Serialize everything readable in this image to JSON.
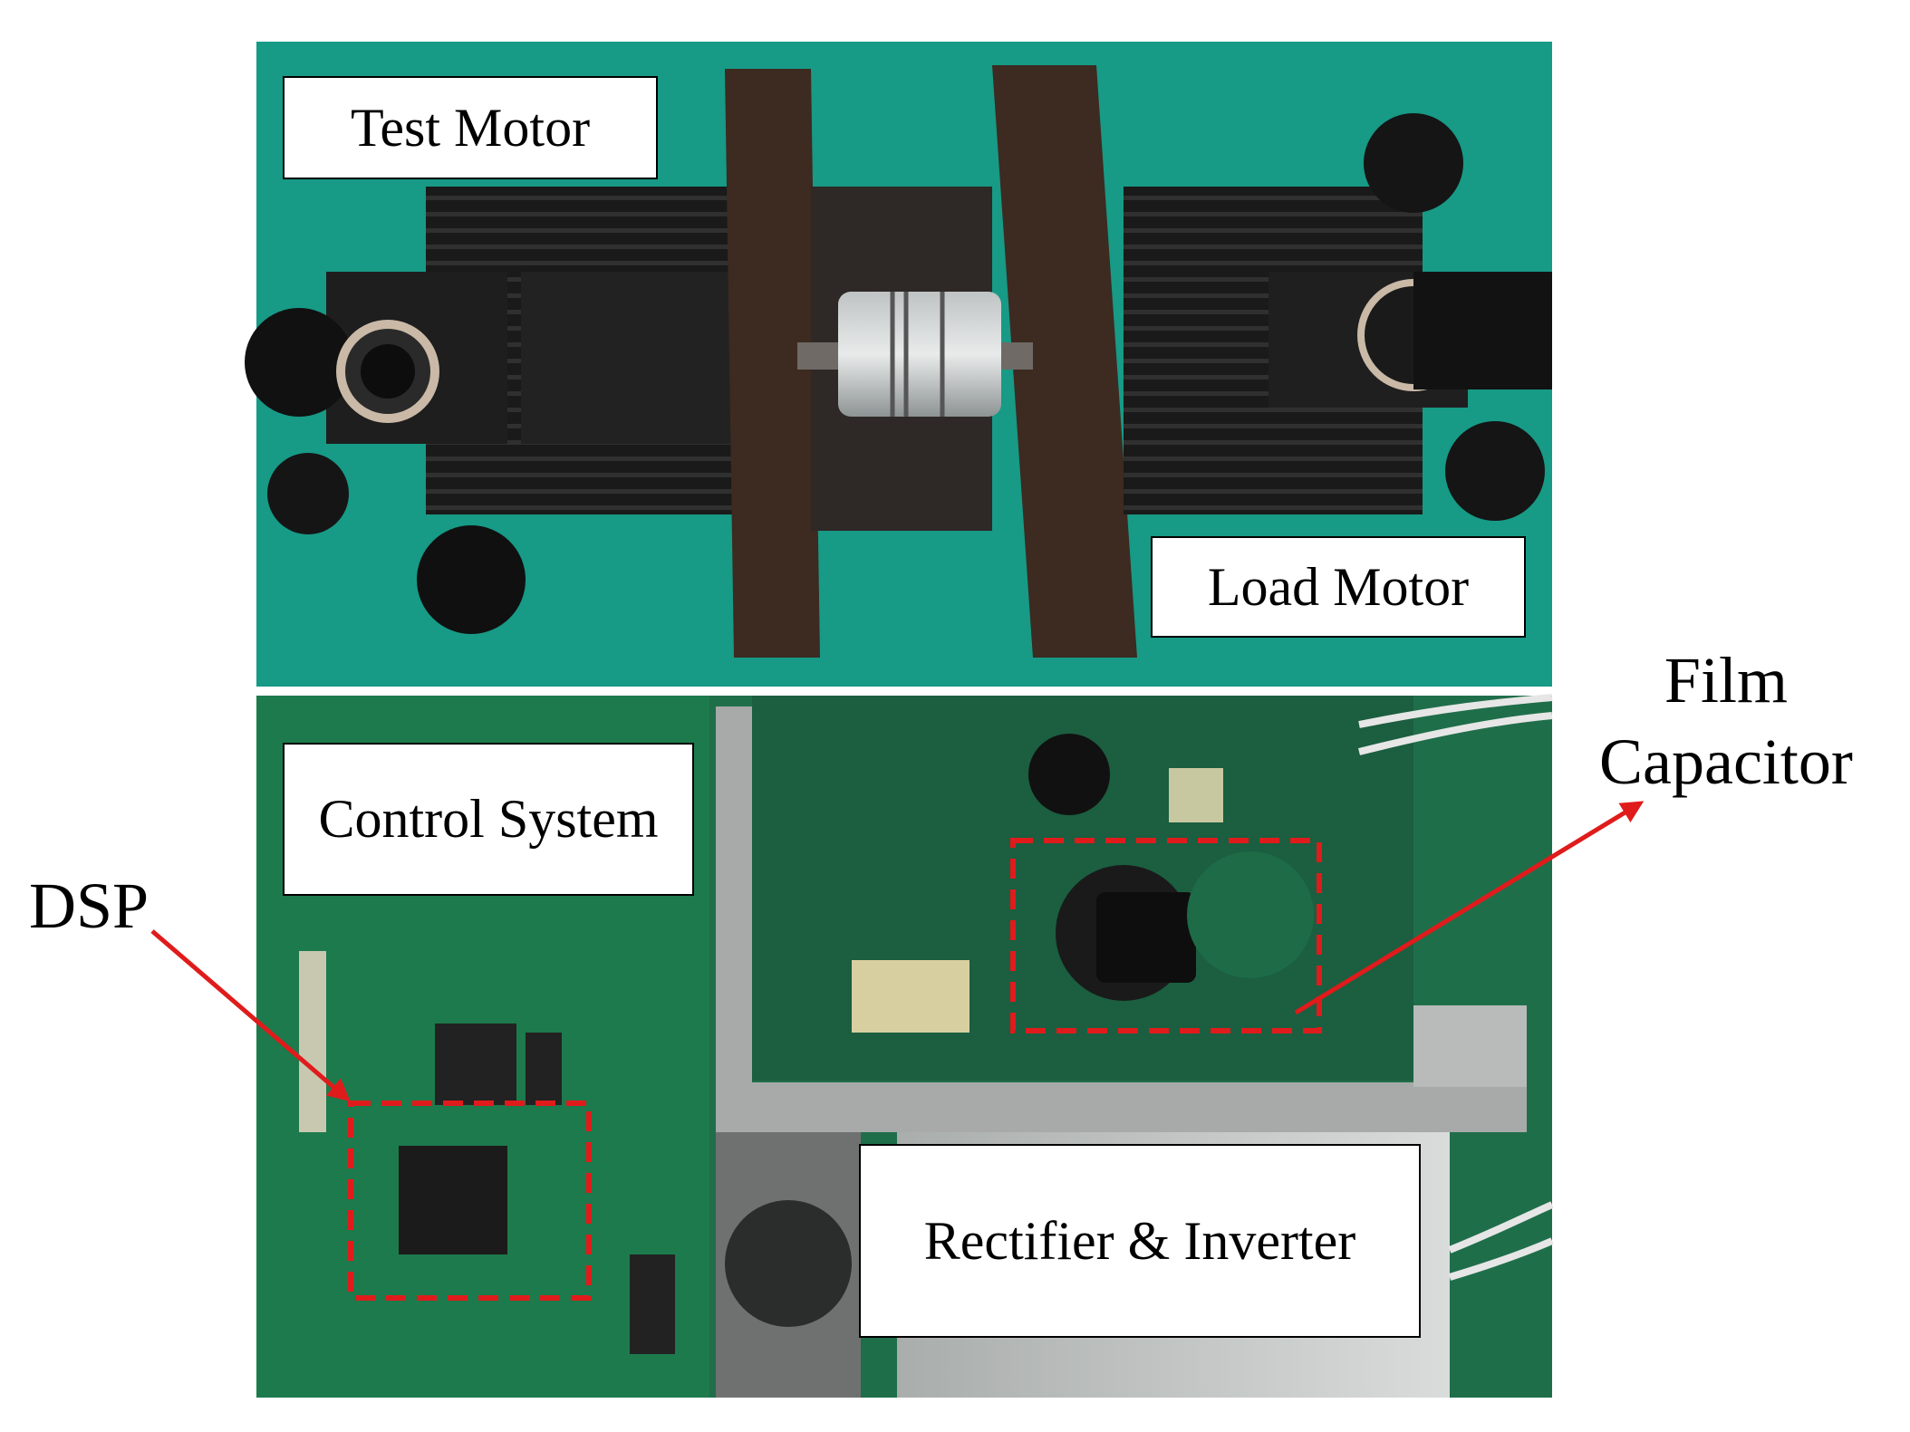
{
  "labels": {
    "test_motor": "Test Motor",
    "load_motor": "Load Motor",
    "control_system": "Control System",
    "rectifier_inverter": "Rectifier & Inverter",
    "film_capacitor_line1": "Film",
    "film_capacitor_line2": "Capacitor",
    "dsp": "DSP"
  },
  "colors": {
    "background_green": "#179a86",
    "pcb_green": "#1f6e4a",
    "highlight_red": "#e01b1b",
    "motor_black": "#161616",
    "flange_brown": "#3d2a20",
    "heatsink_gray": "#c9ccc9"
  }
}
